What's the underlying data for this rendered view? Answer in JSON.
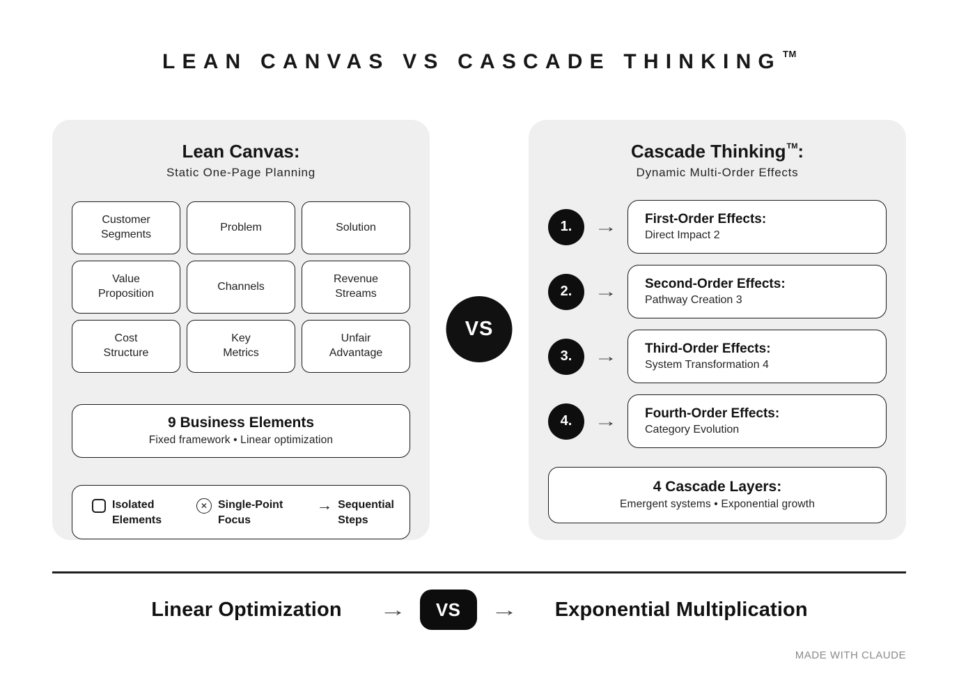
{
  "page": {
    "title": "LEAN CANVAS VS CASCADE THINKING",
    "title_tm": "TM",
    "made_with": "MADE WITH CLAUDE"
  },
  "colors": {
    "panel_background": "#efefef",
    "box_border": "#1a1a1a",
    "badge_black": "#111111",
    "text_primary": "#1a1a1a",
    "muted_gray": "#8a8a8a",
    "white": "#ffffff"
  },
  "icons": {
    "arrow_right": "→",
    "cross": "✕"
  },
  "center": {
    "vs": "VS"
  },
  "left_panel": {
    "title": "Lean Canvas:",
    "subtitle": "Static One-Page Planning",
    "cells": [
      "Customer\nSegments",
      "Problem",
      "Solution",
      "Value\nProposition",
      "Channels",
      "Revenue\nStreams",
      "Cost\nStructure",
      "Key\nMetrics",
      "Unfair\nAdvantage"
    ],
    "summary": {
      "title": "9 Business Elements",
      "subtitle": "Fixed framework • Linear optimization"
    },
    "legend": [
      {
        "icon": "square-icon",
        "label": "Isolated\nElements"
      },
      {
        "icon": "circle-x-icon",
        "label": "Single-Point\nFocus"
      },
      {
        "icon": "arrow-right-icon",
        "label": "Sequential\nSteps"
      }
    ]
  },
  "right_panel": {
    "title": "Cascade Thinking",
    "title_tm": "TM",
    "title_colon": ":",
    "subtitle": "Dynamic Multi-Order Effects",
    "rows": [
      {
        "number": "1.",
        "title": "First-Order Effects:",
        "subtitle": "Direct Impact 2"
      },
      {
        "number": "2.",
        "title": "Second-Order Effects:",
        "subtitle": "Pathway Creation 3"
      },
      {
        "number": "3.",
        "title": "Third-Order Effects:",
        "subtitle": "System Transformation 4"
      },
      {
        "number": "4.",
        "title": "Fourth-Order Effects:",
        "subtitle": "Category Evolution"
      }
    ],
    "summary": {
      "title": "4 Cascade Layers:",
      "subtitle": "Emergent systems • Exponential growth"
    }
  },
  "bottom": {
    "left_label": "Linear Optimization",
    "vs": "VS",
    "right_label": "Exponential Multiplication"
  }
}
